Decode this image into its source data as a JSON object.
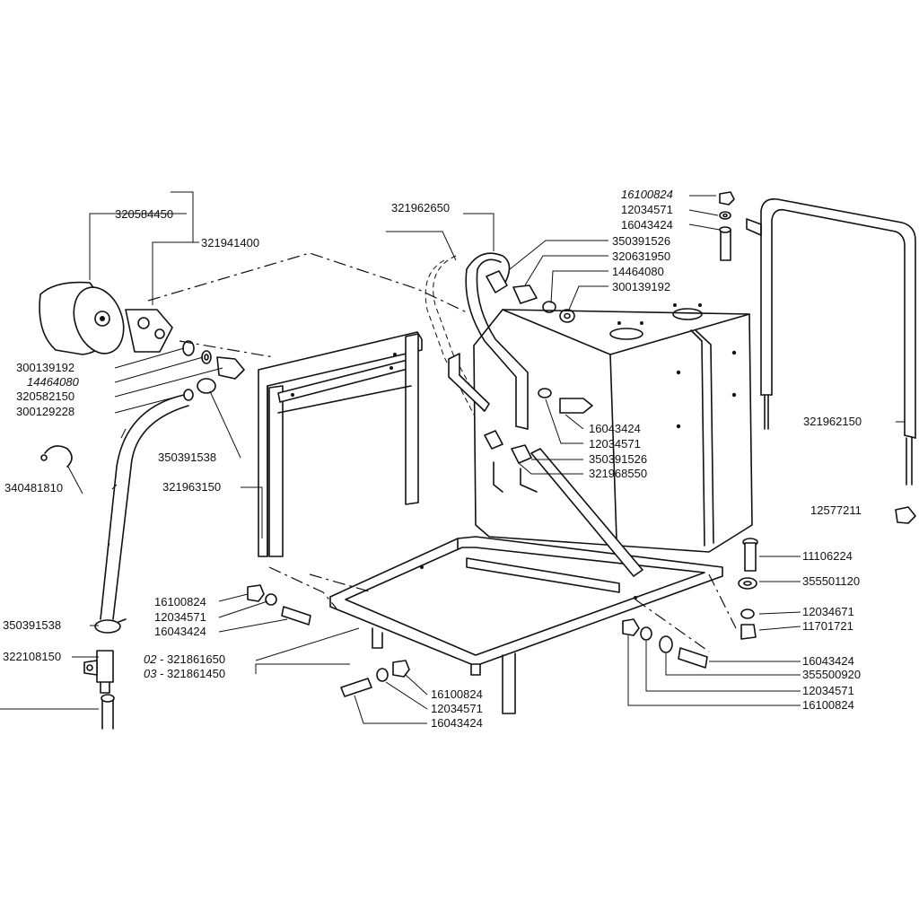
{
  "parts": {
    "p1": "320584450",
    "p2": "321941400",
    "p3": "300139192",
    "p4": "14464080",
    "p5": "320582150",
    "p6": "300129228",
    "p7": "350391538",
    "p8": "340481810",
    "p9": "321963150",
    "p10": "350391538",
    "p11": "322108150",
    "p12": "16100824",
    "p13": "12034571",
    "p14": "16043424",
    "p15_prefix": "02",
    "p15": "- 321861650",
    "p16_prefix": "03",
    "p16": "- 321861450",
    "p17": "16100824",
    "p18": "12034571",
    "p19": "16043424",
    "p20": "321962650",
    "p21": "350391526",
    "p22": "320631950",
    "p23": "14464080",
    "p24": "300139192",
    "p25": "16100824",
    "p26": "12034571",
    "p27": "16043424",
    "p28": "16043424",
    "p29": "12034571",
    "p30": "350391526",
    "p31": "321968550",
    "p32": "321962150",
    "p33": "12577211",
    "p34": "11106224",
    "p35": "355501120",
    "p36": "12034671",
    "p37": "11701721",
    "p38": "16043424",
    "p39": "355500920",
    "p40": "12034571",
    "p41": "16100824"
  }
}
